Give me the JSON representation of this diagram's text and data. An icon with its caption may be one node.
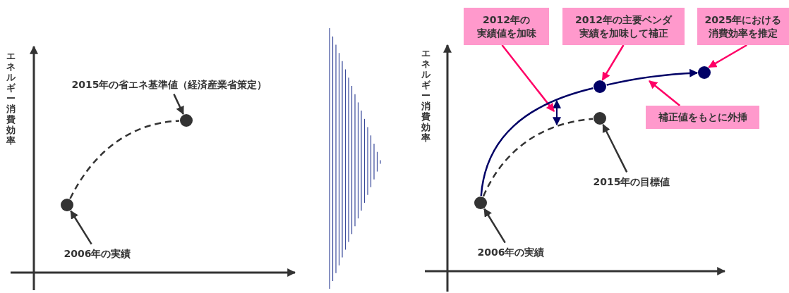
{
  "diagram": {
    "nodes": [
      {
        "text": [
          "2015年の省エネ基準値（経済産業省策定）"
        ]
      },
      {
        "text": [],
        "shape": "circle"
      },
      {
        "text": [
          "2006年の実績"
        ]
      },
      {
        "text": [],
        "shape": "circle"
      },
      {
        "text": [
          "2012年の実績値を加味"
        ]
      },
      {
        "text": [
          "2012年の主要ベンダ実績を加味して補正"
        ]
      },
      {
        "text": [
          "2025年における消費効率を推定"
        ]
      },
      {
        "text": [
          "補正値をもとに外挿"
        ]
      },
      {
        "text": [],
        "shape": "circle"
      },
      {
        "text": [],
        "shape": "circle"
      },
      {
        "text": [],
        "shape": "circle"
      },
      {
        "text": [],
        "shape": "circle"
      },
      {
        "text": [
          "2015年の目標値"
        ]
      },
      {
        "text": [
          "2006年の実績"
        ]
      }
    ],
    "edges": [
      {
        "from": 0,
        "to": 1,
        "arrow": "to"
      },
      {
        "from": 2,
        "to": 3,
        "arrow": "to"
      },
      {
        "from": 3,
        "to": 1,
        "arrow": "none",
        "style": "dashed"
      },
      {
        "from": 4,
        "to": null,
        "arrow": "to",
        "color": "#ff0066"
      },
      {
        "from": 5,
        "to": 9,
        "arrow": "to",
        "color": "#ff0066"
      },
      {
        "from": 6,
        "to": 10,
        "arrow": "to",
        "color": "#ff0066"
      },
      {
        "from": 7,
        "to": null,
        "arrow": "to",
        "color": "#ff0066"
      },
      {
        "from": 8,
        "to": 9,
        "arrow": "none",
        "color": "#000066"
      },
      {
        "from": 9,
        "to": 10,
        "arrow": "to",
        "color": "#000066"
      },
      {
        "from": 8,
        "to": 11,
        "arrow": "none",
        "style": "dashed"
      },
      {
        "from": 12,
        "to": 11,
        "arrow": "to"
      },
      {
        "from": 13,
        "to": 8,
        "arrow": "to"
      }
    ],
    "labels": [
      "エネルギー消費効率",
      "エネルギー消費効率"
    ]
  }
}
